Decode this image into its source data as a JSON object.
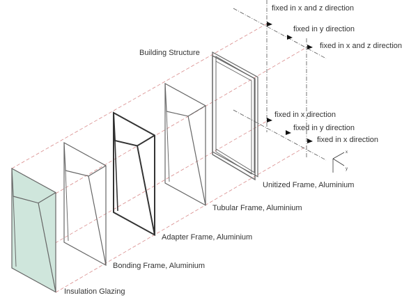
{
  "constraints": {
    "top": [
      "fixed in x and z direction",
      "fixed in y direction",
      "fixed in x and z direction"
    ],
    "bottom": [
      "fixed in x direction",
      "fixed in y direction",
      "fixed in x direction"
    ]
  },
  "axes": {
    "x": "x",
    "y": "y"
  },
  "layers": [
    {
      "label": "Insulation Glazing"
    },
    {
      "label": "Bonding Frame, Aluminium"
    },
    {
      "label": "Adapter Frame, Aluminium"
    },
    {
      "label": "Tubular Frame, Aluminium"
    },
    {
      "label": "Unitized Frame, Aluminium"
    },
    {
      "label": "Building Structure"
    }
  ],
  "colors": {
    "glass": "#cfe6dc",
    "guide": "#d88a8a",
    "frame": "#666666",
    "text": "#333333"
  }
}
